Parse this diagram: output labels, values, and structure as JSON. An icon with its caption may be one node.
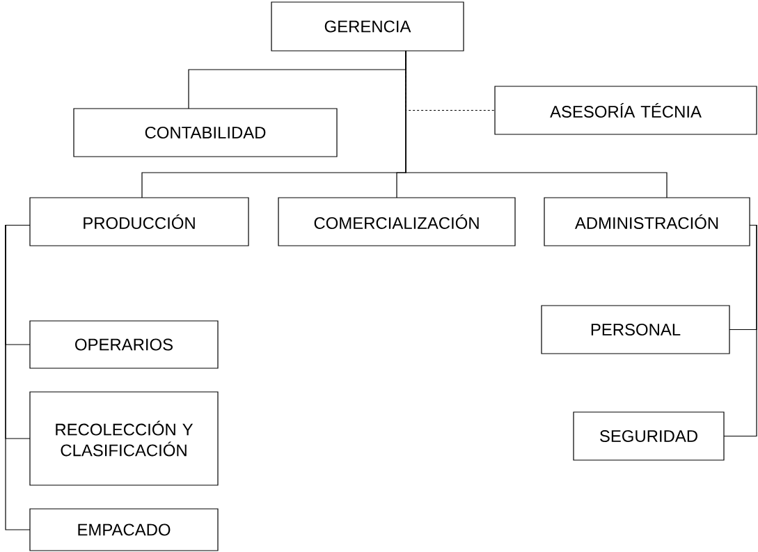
{
  "diagram": {
    "nodes": [
      {
        "text": [
          "GERENCIA"
        ]
      },
      {
        "text": [
          "CONTABILIDAD"
        ]
      },
      {
        "text": [
          "ASESORÍA TÉCNIA"
        ]
      },
      {
        "text": [
          "PRODUCCIÓN"
        ]
      },
      {
        "text": [
          "COMERCIALIZACIÓN"
        ]
      },
      {
        "text": [
          "ADMINISTRACIÓN"
        ]
      },
      {
        "text": [
          "OPERARIOS"
        ]
      },
      {
        "text": [
          "RECOLECCIÓN Y CLASIFICACIÓN"
        ]
      },
      {
        "text": [
          "EMPACADO"
        ]
      },
      {
        "text": [
          "PERSONAL"
        ]
      },
      {
        "text": [
          "SEGURIDAD"
        ]
      }
    ],
    "edges": [
      {
        "from": 0,
        "to": 1,
        "arrow": "none"
      },
      {
        "from": 0,
        "to": 2,
        "arrow": "none",
        "style": "dashed"
      },
      {
        "from": 0,
        "to": 3,
        "arrow": "none"
      },
      {
        "from": 0,
        "to": 4,
        "arrow": "none"
      },
      {
        "from": 0,
        "to": 5,
        "arrow": "none"
      },
      {
        "from": 3,
        "to": 6,
        "arrow": "none"
      },
      {
        "from": 3,
        "to": 7,
        "arrow": "none"
      },
      {
        "from": 3,
        "to": 8,
        "arrow": "none"
      },
      {
        "from": 5,
        "to": 9,
        "arrow": "none"
      },
      {
        "from": 5,
        "to": 10,
        "arrow": "none"
      }
    ]
  }
}
